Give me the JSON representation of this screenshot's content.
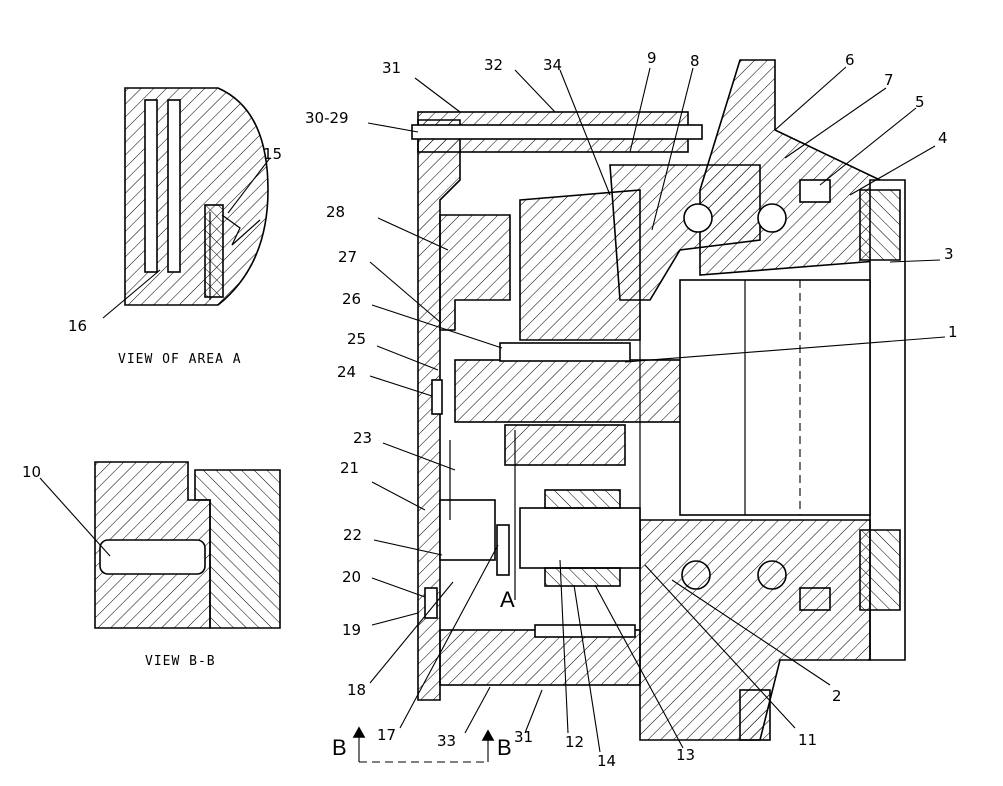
{
  "captions": {
    "view_area_a": "VIEW OF AREA A",
    "view_b_b": "VIEW B-B"
  },
  "section_marks": {
    "b_left": "B",
    "b_right": "B",
    "area_a": "A"
  },
  "callouts": {
    "c1": "1",
    "c2": "2",
    "c3": "3",
    "c4": "4",
    "c5": "5",
    "c6": "6",
    "c7": "7",
    "c8": "8",
    "c9": "9",
    "c10": "10",
    "c11": "11",
    "c12": "12",
    "c13": "13",
    "c14": "14",
    "c15": "15",
    "c16": "16",
    "c17": "17",
    "c18": "18",
    "c19": "19",
    "c20": "20",
    "c21": "21",
    "c22": "22",
    "c23": "23",
    "c24": "24",
    "c25": "25",
    "c26": "26",
    "c27": "27",
    "c28": "28",
    "c30_29": "30-29",
    "c31_top": "31",
    "c31_bottom": "31",
    "c32": "32",
    "c33": "33",
    "c34": "34"
  }
}
